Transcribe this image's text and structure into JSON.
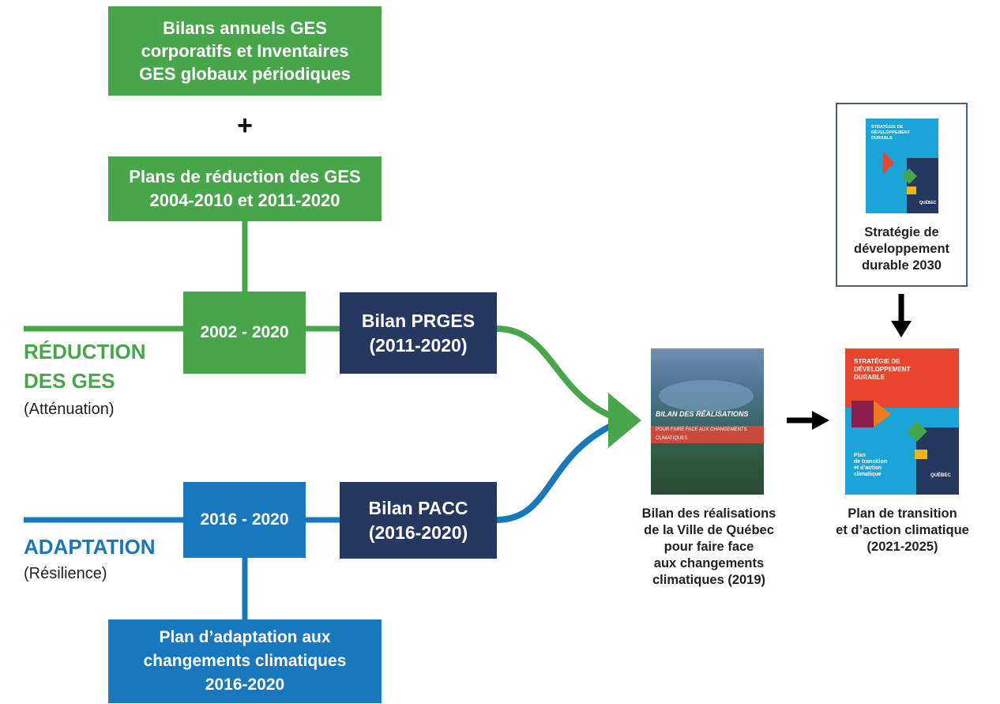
{
  "boxes": {
    "bilans_annuels": "Bilans annuels GES\ncorporatifs et Inventaires\nGES globaux périodiques",
    "plus": "+",
    "plans_reduction": "Plans de réduction des GES\n2004-2010 et 2011-2020",
    "period_reduction": "2002 - 2020",
    "bilan_prges": "Bilan PRGES\n(2011-2020)",
    "period_adaptation": "2016 - 2020",
    "bilan_pacc": "Bilan PACC\n(2016-2020)",
    "plan_adaptation": "Plan d’adaptation aux\nchangements climatiques\n2016-2020"
  },
  "labels": {
    "reduction": "RÉDUCTION\nDES GES",
    "reduction_sub": "(Atténuation)",
    "adaptation": "ADAPTATION",
    "adaptation_sub": "(Résilience)"
  },
  "documents": {
    "bilan_realisations": {
      "cover_title": "BILAN DES RÉALISATIONS",
      "cover_banner": "POUR FAIRE FACE AUX CHANGEMENTS CLIMATIQUES",
      "caption": "Bilan des réalisations\nde la Ville de Québec\npour faire face\naux changements\nclimatiques (2019)"
    },
    "strategie": {
      "cover_title": "STRATÉGIE DE\nDÉVELOPPEMENT\nDURABLE",
      "cover_logo": "QUÉBEC",
      "caption": "Stratégie de\ndéveloppement\ndurable 2030"
    },
    "plan_transition": {
      "cover_title": "STRATÉGIE DE\nDÉVELOPPEMENT\nDURABLE",
      "cover_subtitle": "Plan\nde transition\net d’action\nclimatique",
      "cover_logo": "QUÉBEC",
      "caption": "Plan de transition\net d’action climatique\n(2021-2025)"
    }
  },
  "colors": {
    "green": "#47a64a",
    "blue": "#1878bd",
    "navy": "#243860",
    "orange": "#e8452c",
    "cyan": "#1aa4d8"
  }
}
